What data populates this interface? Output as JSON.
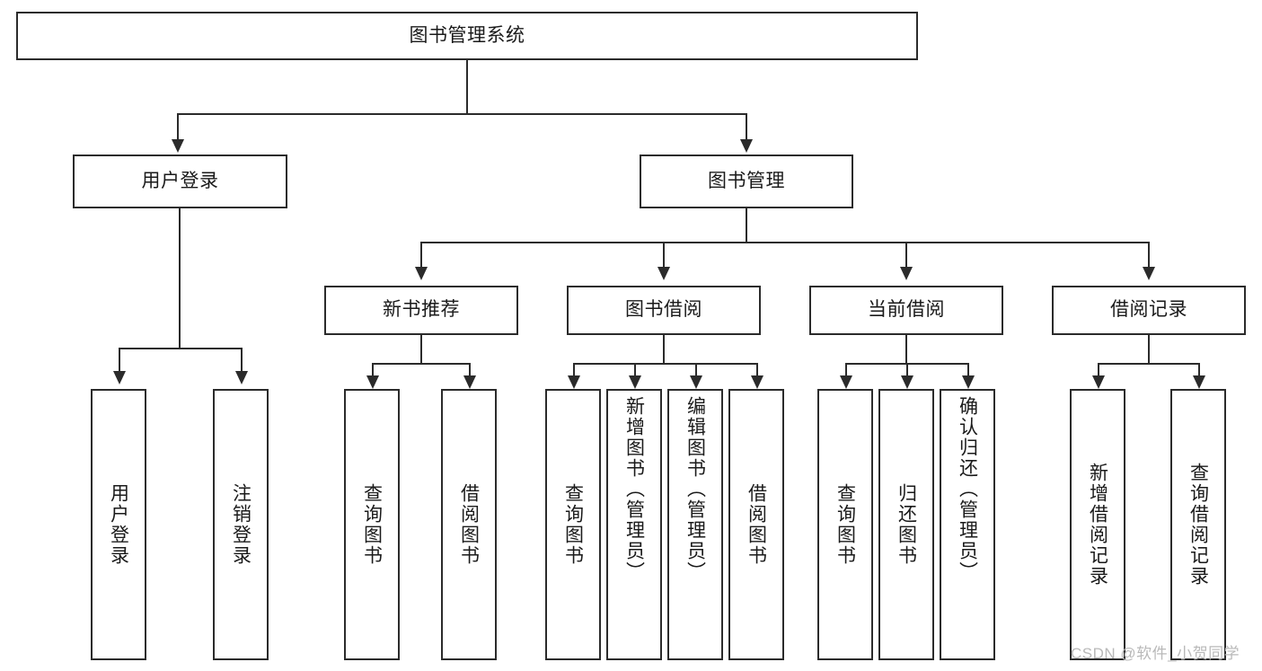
{
  "diagram": {
    "type": "tree",
    "title": "图书管理系统",
    "watermark": "CSDN @软件_小贺同学",
    "colors": {
      "stroke": "#2b2b2b",
      "fill": "#ffffff",
      "text": "#1a1a1a",
      "watermark": "#b9b9b9"
    },
    "nodes": {
      "root": {
        "label": "图书管理系统"
      },
      "level2": [
        {
          "label": "用户登录"
        },
        {
          "label": "图书管理"
        }
      ],
      "level3": [
        {
          "label": "新书推荐"
        },
        {
          "label": "图书借阅"
        },
        {
          "label": "当前借阅"
        },
        {
          "label": "借阅记录"
        }
      ],
      "leaves": [
        {
          "label": "用户登录"
        },
        {
          "label": "注销登录"
        },
        {
          "label": "查询图书"
        },
        {
          "label": "借阅图书"
        },
        {
          "label": "查询图书"
        },
        {
          "label": "新增图书（管理员）"
        },
        {
          "label": "编辑图书（管理员）"
        },
        {
          "label": "借阅图书"
        },
        {
          "label": "查询图书"
        },
        {
          "label": "归还图书"
        },
        {
          "label": "确认归还（管理员）"
        },
        {
          "label": "新增借阅记录"
        },
        {
          "label": "查询借阅记录"
        }
      ]
    }
  }
}
